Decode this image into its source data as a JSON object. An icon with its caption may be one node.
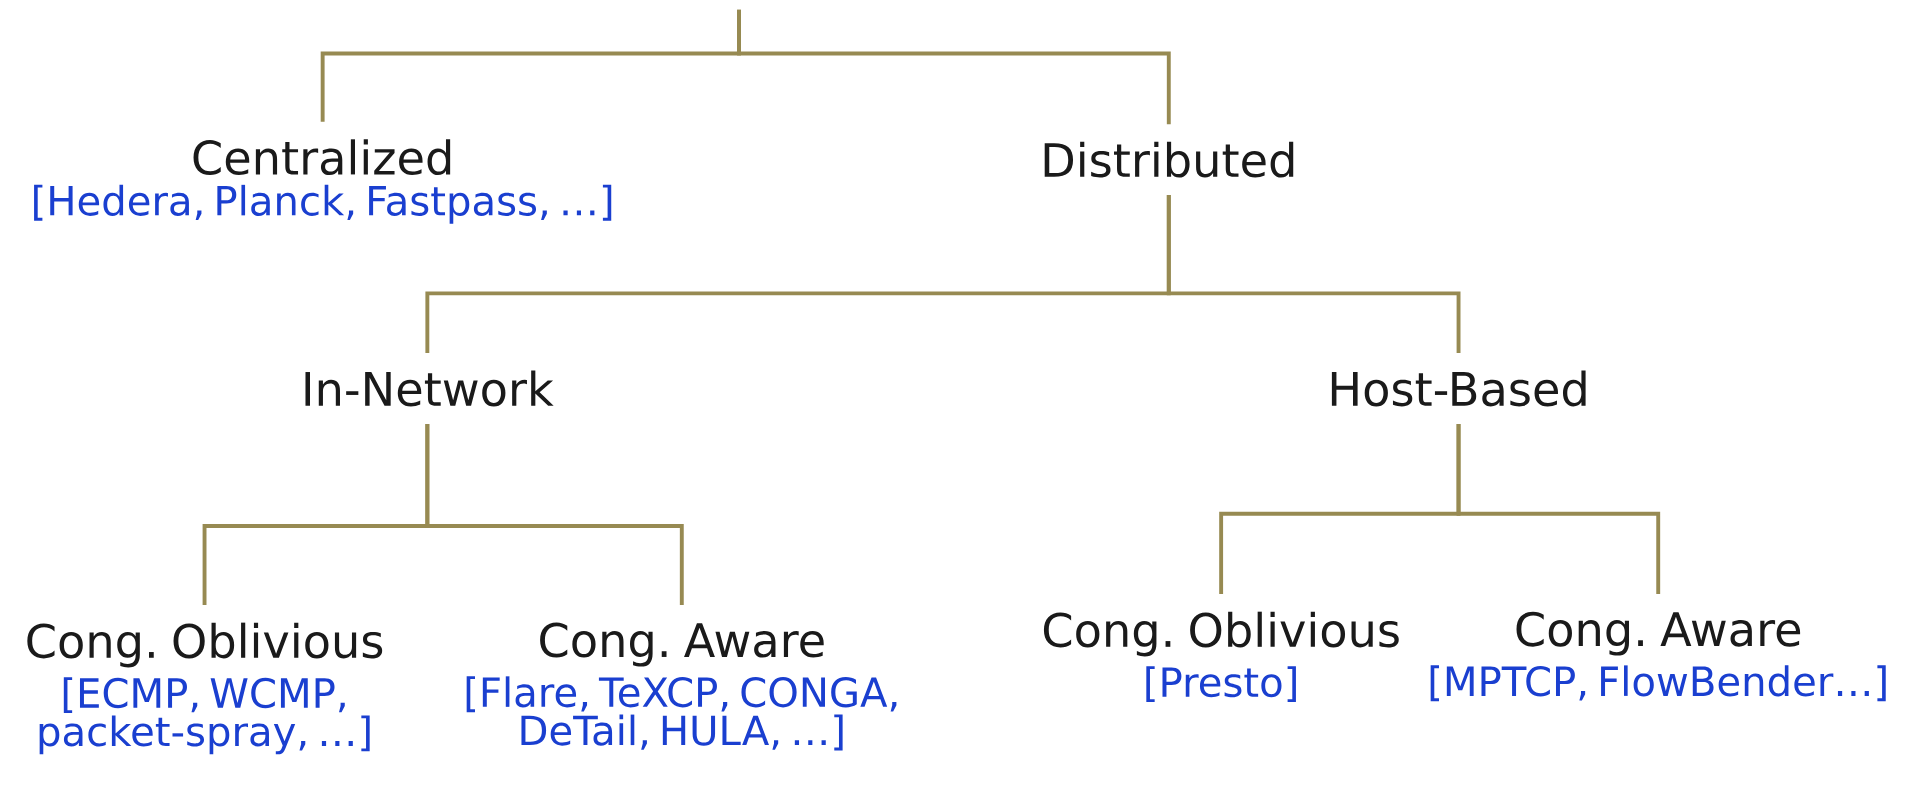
{
  "diagram": {
    "nodes": [
      {
        "text": [
          "Centralized",
          "[Hedera, Planck, Fastpass, …]"
        ]
      },
      {
        "text": [
          "Distributed"
        ]
      },
      {
        "text": [
          "In-Network"
        ]
      },
      {
        "text": [
          "Host-Based"
        ]
      },
      {
        "text": [
          "Cong. Oblivious",
          "[ECMP, WCMP, packet-spray, …]"
        ]
      },
      {
        "text": [
          "Cong. Aware",
          "[Flare, TeXCP, CONGA, DeTail, HULA, …]"
        ]
      },
      {
        "text": [
          "Cong. Oblivious",
          "[Presto]"
        ]
      },
      {
        "text": [
          "Cong. Aware",
          "[MPTCP, FlowBender…]"
        ]
      }
    ],
    "edges": [
      {
        "from": null,
        "to": 0,
        "arrow": "none"
      },
      {
        "from": null,
        "to": 1,
        "arrow": "none"
      },
      {
        "from": 1,
        "to": 2,
        "arrow": "none"
      },
      {
        "from": 1,
        "to": 3,
        "arrow": "none"
      },
      {
        "from": 2,
        "to": 4,
        "arrow": "none"
      },
      {
        "from": 2,
        "to": 5,
        "arrow": "none"
      },
      {
        "from": 3,
        "to": 6,
        "arrow": "none"
      },
      {
        "from": 3,
        "to": 7,
        "arrow": "none"
      }
    ]
  }
}
